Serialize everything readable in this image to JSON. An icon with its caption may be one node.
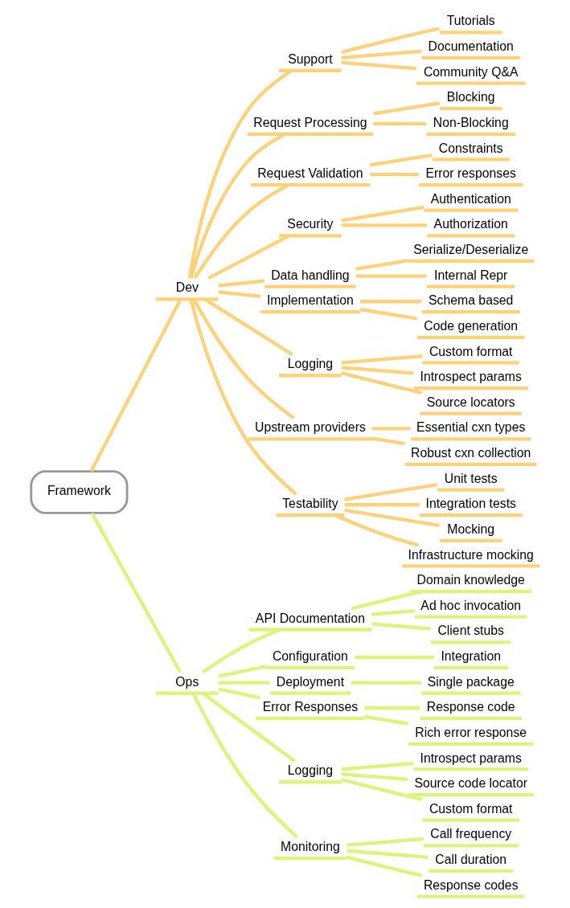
{
  "diagram": {
    "nodes": [
      {
        "text": [
          "Framework"
        ]
      },
      {
        "text": [
          "Dev"
        ]
      },
      {
        "text": [
          "Support"
        ]
      },
      {
        "text": [
          "Tutorials"
        ]
      },
      {
        "text": [
          "Documentation"
        ]
      },
      {
        "text": [
          "Community Q&A"
        ]
      },
      {
        "text": [
          "Request Processing"
        ]
      },
      {
        "text": [
          "Blocking"
        ]
      },
      {
        "text": [
          "Non-Blocking"
        ]
      },
      {
        "text": [
          "Request Validation"
        ]
      },
      {
        "text": [
          "Constraints"
        ]
      },
      {
        "text": [
          "Error responses"
        ]
      },
      {
        "text": [
          "Security"
        ]
      },
      {
        "text": [
          "Authentication"
        ]
      },
      {
        "text": [
          "Authorization"
        ]
      },
      {
        "text": [
          "Data handling"
        ]
      },
      {
        "text": [
          "Serialize/Deserialize"
        ]
      },
      {
        "text": [
          "Internal Repr"
        ]
      },
      {
        "text": [
          "Implementation"
        ]
      },
      {
        "text": [
          "Schema based"
        ]
      },
      {
        "text": [
          "Code generation"
        ]
      },
      {
        "text": [
          "Logging"
        ]
      },
      {
        "text": [
          "Custom format"
        ]
      },
      {
        "text": [
          "Introspect params"
        ]
      },
      {
        "text": [
          "Source locators"
        ]
      },
      {
        "text": [
          "Upstream providers"
        ]
      },
      {
        "text": [
          "Essential cxn types"
        ]
      },
      {
        "text": [
          "Robust cxn collection"
        ]
      },
      {
        "text": [
          "Testability"
        ]
      },
      {
        "text": [
          "Unit tests"
        ]
      },
      {
        "text": [
          "Integration tests"
        ]
      },
      {
        "text": [
          "Mocking"
        ]
      },
      {
        "text": [
          "Infrastructure mocking"
        ]
      },
      {
        "text": [
          "Ops"
        ]
      },
      {
        "text": [
          "API Documentation"
        ]
      },
      {
        "text": [
          "Domain knowledge"
        ]
      },
      {
        "text": [
          "Ad hoc invocation"
        ]
      },
      {
        "text": [
          "Client stubs"
        ]
      },
      {
        "text": [
          "Configuration"
        ]
      },
      {
        "text": [
          "Integration"
        ]
      },
      {
        "text": [
          "Deployment"
        ]
      },
      {
        "text": [
          "Single package"
        ]
      },
      {
        "text": [
          "Error Responses"
        ]
      },
      {
        "text": [
          "Response code"
        ]
      },
      {
        "text": [
          "Rich error response"
        ]
      },
      {
        "text": [
          "Logging"
        ]
      },
      {
        "text": [
          "Introspect params"
        ]
      },
      {
        "text": [
          "Source code locator"
        ]
      },
      {
        "text": [
          "Custom format"
        ]
      },
      {
        "text": [
          "Monitoring"
        ]
      },
      {
        "text": [
          "Call frequency"
        ]
      },
      {
        "text": [
          "Call duration"
        ]
      },
      {
        "text": [
          "Response codes"
        ]
      }
    ],
    "edges": [
      {
        "from": 0,
        "to": 1,
        "arrow": "none"
      },
      {
        "from": 1,
        "to": 2,
        "arrow": "none"
      },
      {
        "from": 2,
        "to": 3,
        "arrow": "none"
      },
      {
        "from": 2,
        "to": 4,
        "arrow": "none"
      },
      {
        "from": 2,
        "to": 5,
        "arrow": "none"
      },
      {
        "from": 1,
        "to": 6,
        "arrow": "none"
      },
      {
        "from": 6,
        "to": 7,
        "arrow": "none"
      },
      {
        "from": 6,
        "to": 8,
        "arrow": "none"
      },
      {
        "from": 1,
        "to": 9,
        "arrow": "none"
      },
      {
        "from": 9,
        "to": 10,
        "arrow": "none"
      },
      {
        "from": 9,
        "to": 11,
        "arrow": "none"
      },
      {
        "from": 1,
        "to": 12,
        "arrow": "none"
      },
      {
        "from": 12,
        "to": 13,
        "arrow": "none"
      },
      {
        "from": 12,
        "to": 14,
        "arrow": "none"
      },
      {
        "from": 1,
        "to": 15,
        "arrow": "none"
      },
      {
        "from": 15,
        "to": 16,
        "arrow": "none"
      },
      {
        "from": 15,
        "to": 17,
        "arrow": "none"
      },
      {
        "from": 1,
        "to": 18,
        "arrow": "none"
      },
      {
        "from": 18,
        "to": 19,
        "arrow": "none"
      },
      {
        "from": 18,
        "to": 20,
        "arrow": "none"
      },
      {
        "from": 1,
        "to": 21,
        "arrow": "none"
      },
      {
        "from": 21,
        "to": 22,
        "arrow": "none"
      },
      {
        "from": 21,
        "to": 23,
        "arrow": "none"
      },
      {
        "from": 21,
        "to": 24,
        "arrow": "none"
      },
      {
        "from": 1,
        "to": 25,
        "arrow": "none"
      },
      {
        "from": 25,
        "to": 26,
        "arrow": "none"
      },
      {
        "from": 25,
        "to": 27,
        "arrow": "none"
      },
      {
        "from": 1,
        "to": 28,
        "arrow": "none"
      },
      {
        "from": 28,
        "to": 29,
        "arrow": "none"
      },
      {
        "from": 28,
        "to": 30,
        "arrow": "none"
      },
      {
        "from": 28,
        "to": 31,
        "arrow": "none"
      },
      {
        "from": 28,
        "to": 32,
        "arrow": "none"
      },
      {
        "from": 0,
        "to": 33,
        "arrow": "none",
        "color": "#d9f57a"
      },
      {
        "from": 33,
        "to": 34,
        "arrow": "none",
        "color": "#d9f57a"
      },
      {
        "from": 34,
        "to": 35,
        "arrow": "none",
        "color": "#d9f57a"
      },
      {
        "from": 34,
        "to": 36,
        "arrow": "none",
        "color": "#d9f57a"
      },
      {
        "from": 34,
        "to": 37,
        "arrow": "none",
        "color": "#d9f57a"
      },
      {
        "from": 33,
        "to": 38,
        "arrow": "none",
        "color": "#d9f57a"
      },
      {
        "from": 38,
        "to": 39,
        "arrow": "none",
        "color": "#d9f57a"
      },
      {
        "from": 33,
        "to": 40,
        "arrow": "none",
        "color": "#d9f57a"
      },
      {
        "from": 40,
        "to": 41,
        "arrow": "none",
        "color": "#d9f57a"
      },
      {
        "from": 33,
        "to": 42,
        "arrow": "none",
        "color": "#d9f57a"
      },
      {
        "from": 42,
        "to": 43,
        "arrow": "none",
        "color": "#d9f57a"
      },
      {
        "from": 42,
        "to": 44,
        "arrow": "none",
        "color": "#d9f57a"
      },
      {
        "from": 33,
        "to": 45,
        "arrow": "none",
        "color": "#d9f57a"
      },
      {
        "from": 45,
        "to": 46,
        "arrow": "none",
        "color": "#d9f57a"
      },
      {
        "from": 45,
        "to": 47,
        "arrow": "none",
        "color": "#d9f57a"
      },
      {
        "from": 45,
        "to": 48,
        "arrow": "none",
        "color": "#d9f57a"
      },
      {
        "from": 33,
        "to": 49,
        "arrow": "none",
        "color": "#d9f57a"
      },
      {
        "from": 49,
        "to": 50,
        "arrow": "none",
        "color": "#d9f57a"
      },
      {
        "from": 49,
        "to": 51,
        "arrow": "none",
        "color": "#d9f57a"
      },
      {
        "from": 49,
        "to": 52,
        "arrow": "none",
        "color": "#d9f57a"
      }
    ]
  }
}
